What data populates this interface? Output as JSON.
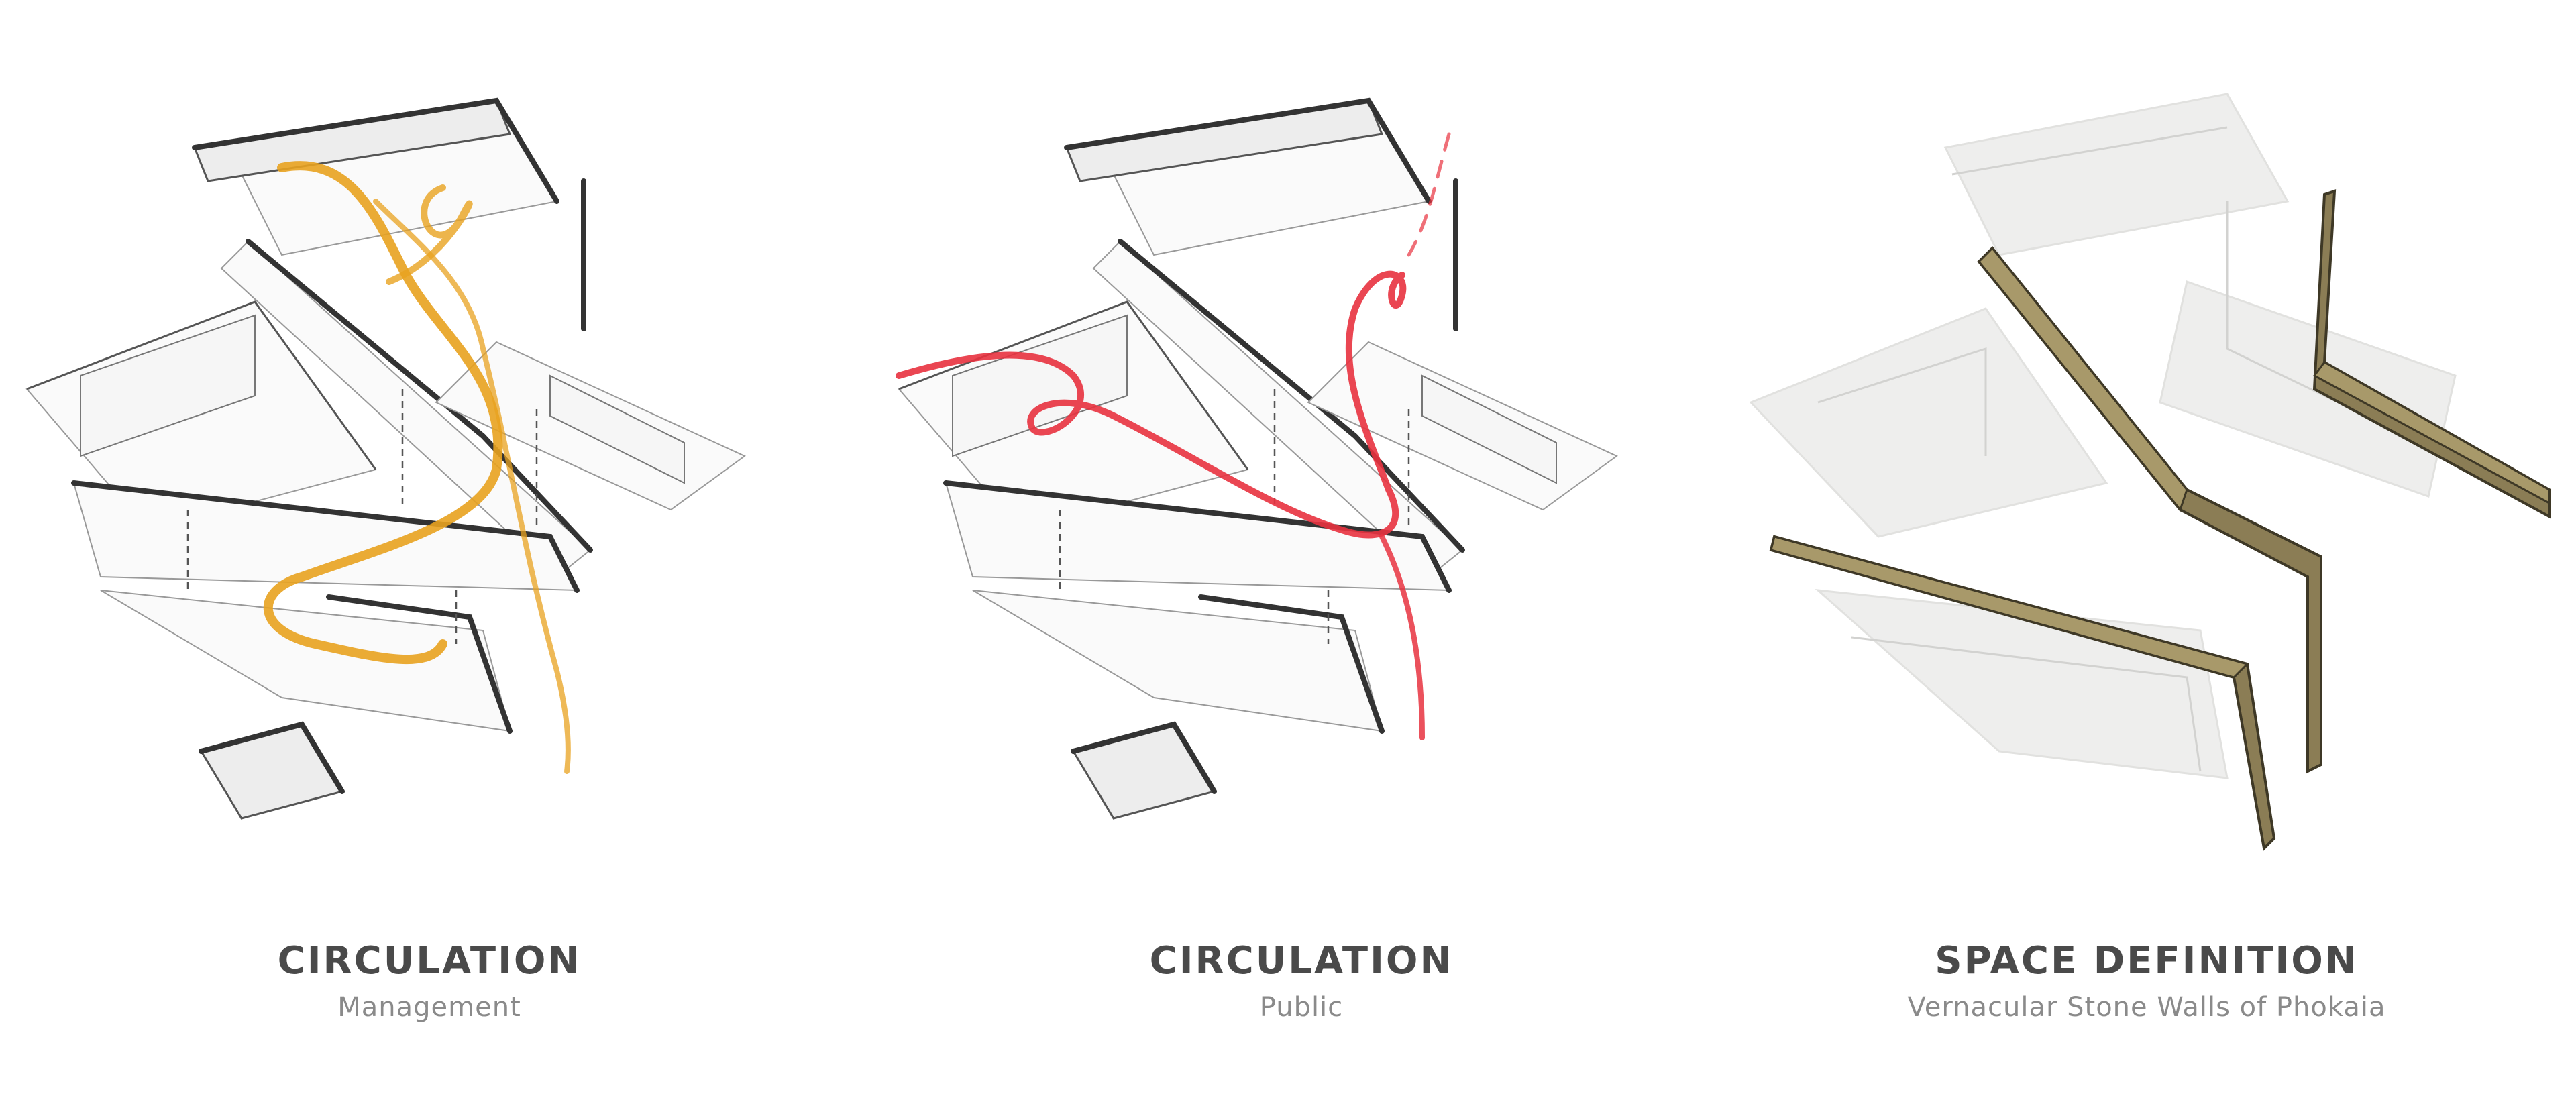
{
  "panels": [
    {
      "title": "CIRCULATION",
      "subtitle": "Management",
      "path_color": "#e8a21f"
    },
    {
      "title": "CIRCULATION",
      "subtitle": "Public",
      "path_color": "#e8323f"
    },
    {
      "title": "SPACE DEFINITION",
      "subtitle": "Vernacular Stone Walls of Phokaia",
      "wall_color": "#8b7d55"
    }
  ]
}
